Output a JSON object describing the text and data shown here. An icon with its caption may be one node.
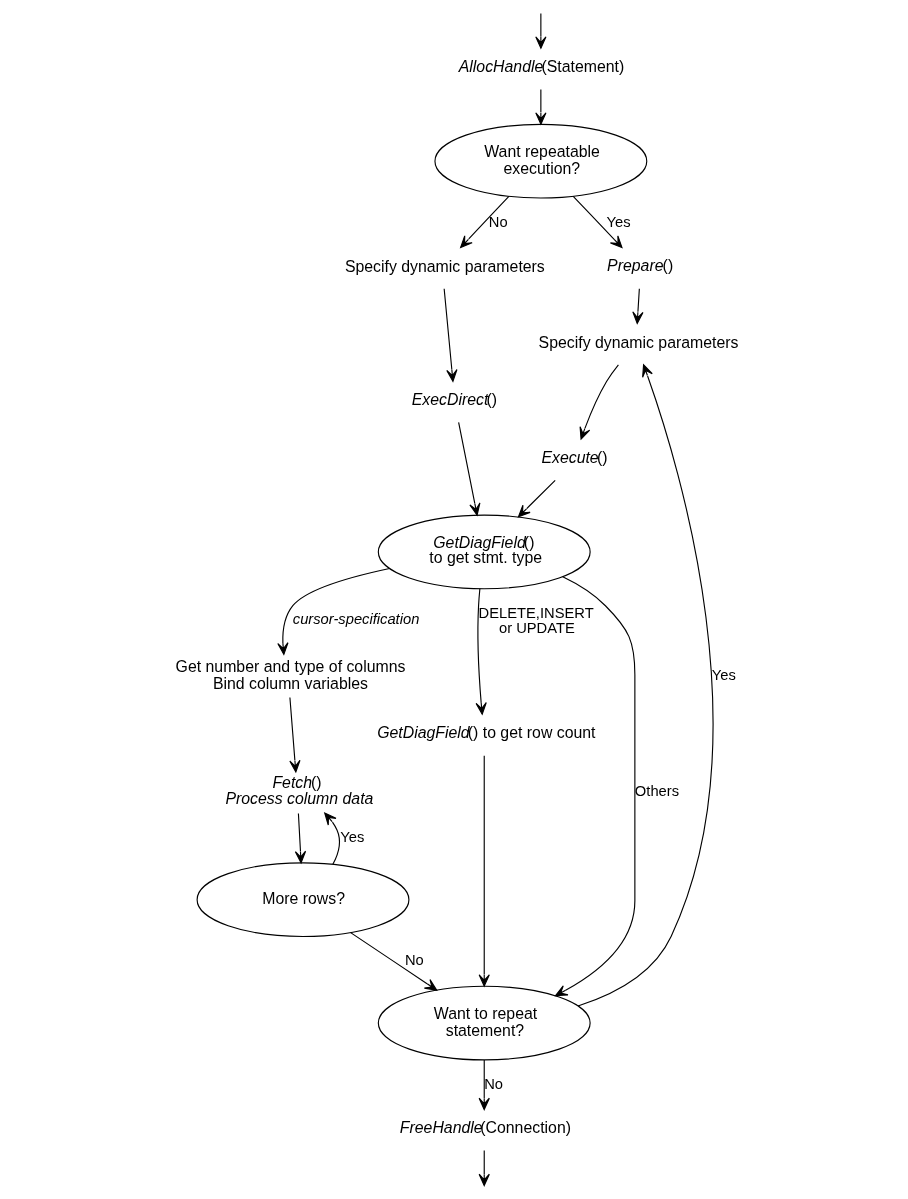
{
  "diagram": {
    "nodes": [
      {
        "text": [
          "*AllocHandle*(Statement)"
        ]
      },
      {
        "text": [
          "Want repeatable execution?"
        ]
      },
      {
        "text": [
          "Specify dynamic parameters"
        ]
      },
      {
        "text": [
          "*ExecDirect*()"
        ]
      },
      {
        "text": [
          "*Prepare*()"
        ]
      },
      {
        "text": [
          "Specify dynamic parameters"
        ]
      },
      {
        "text": [
          "*Execute*()"
        ]
      },
      {
        "text": [
          "*GetDiagField*() to get stmt. type"
        ]
      },
      {
        "text": [
          "Get number and type of columns",
          "Bind column variables"
        ]
      },
      {
        "text": [
          "*Fetch*()",
          "Process column data"
        ]
      },
      {
        "text": [
          "More rows?"
        ]
      },
      {
        "text": [
          "*GetDiagField*() to get row count"
        ]
      },
      {
        "text": [
          "Want to repeat statement?"
        ]
      },
      {
        "text": [
          "*FreeHandle*(Connection)"
        ]
      }
    ],
    "edges": [
      {
        "from": null,
        "to": 0,
        "arrow": "to"
      },
      {
        "from": 0,
        "to": 1,
        "arrow": "to"
      },
      {
        "from": 1,
        "to": 2,
        "arrow": "to",
        "label": "No"
      },
      {
        "from": 1,
        "to": 4,
        "arrow": "to",
        "label": "Yes"
      },
      {
        "from": 2,
        "to": 3,
        "arrow": "to"
      },
      {
        "from": 4,
        "to": 5,
        "arrow": "to"
      },
      {
        "from": 5,
        "to": 6,
        "arrow": "to"
      },
      {
        "from": 3,
        "to": 7,
        "arrow": "to"
      },
      {
        "from": 6,
        "to": 7,
        "arrow": "to"
      },
      {
        "from": 7,
        "to": 8,
        "arrow": "to",
        "label": "cursor-specification"
      },
      {
        "from": 7,
        "to": 12,
        "arrow": "to",
        "label": "Others"
      },
      {
        "from": 7,
        "to": 11,
        "arrow": "to",
        "label": "DELETE,INSERT or UPDATE"
      },
      {
        "from": 8,
        "to": 9,
        "arrow": "to"
      },
      {
        "from": 9,
        "to": 10,
        "arrow": "to"
      },
      {
        "from": 10,
        "to": 9,
        "arrow": "to",
        "label": "Yes"
      },
      {
        "from": 10,
        "to": 12,
        "arrow": "to",
        "label": "No"
      },
      {
        "from": 11,
        "to": 12,
        "arrow": "to"
      },
      {
        "from": 12,
        "to": 5,
        "arrow": "to",
        "label": "Yes"
      },
      {
        "from": 12,
        "to": 13,
        "arrow": "to",
        "label": "No"
      },
      {
        "from": 13,
        "to": null,
        "arrow": "to"
      }
    ]
  }
}
